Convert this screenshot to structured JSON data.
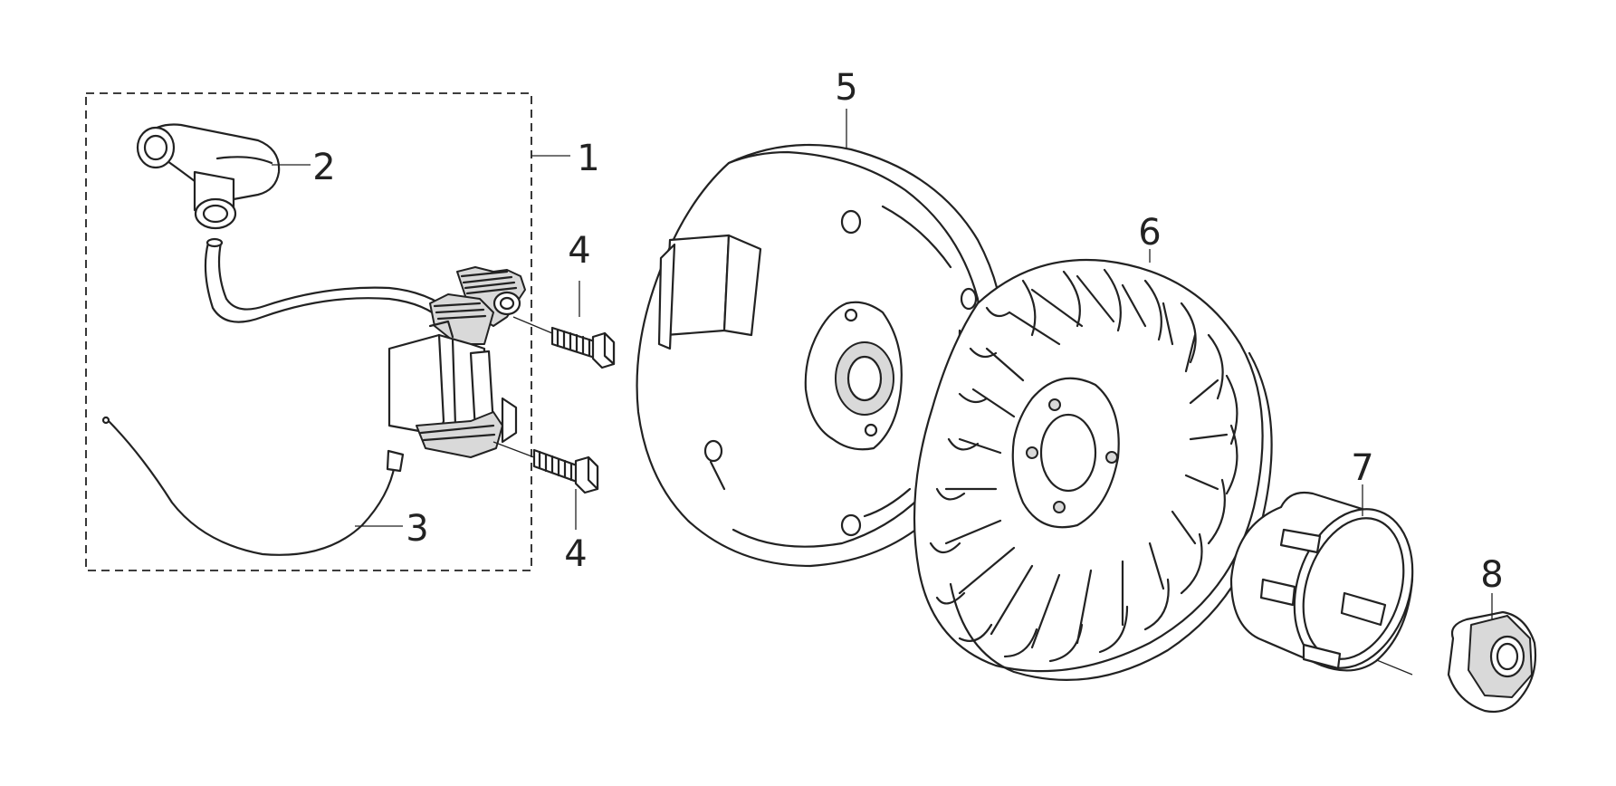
{
  "callouts": [
    {
      "id": "callout-1",
      "label": "1"
    },
    {
      "id": "callout-2",
      "label": "2"
    },
    {
      "id": "callout-3",
      "label": "3"
    },
    {
      "id": "callout-4a",
      "label": "4"
    },
    {
      "id": "callout-4b",
      "label": "4"
    },
    {
      "id": "callout-5",
      "label": "5"
    },
    {
      "id": "callout-6",
      "label": "6"
    },
    {
      "id": "callout-7",
      "label": "7"
    },
    {
      "id": "callout-8",
      "label": "8"
    }
  ],
  "colors": {
    "ink": "#222222",
    "background": "#ffffff",
    "shade": "#d9d9d9"
  }
}
